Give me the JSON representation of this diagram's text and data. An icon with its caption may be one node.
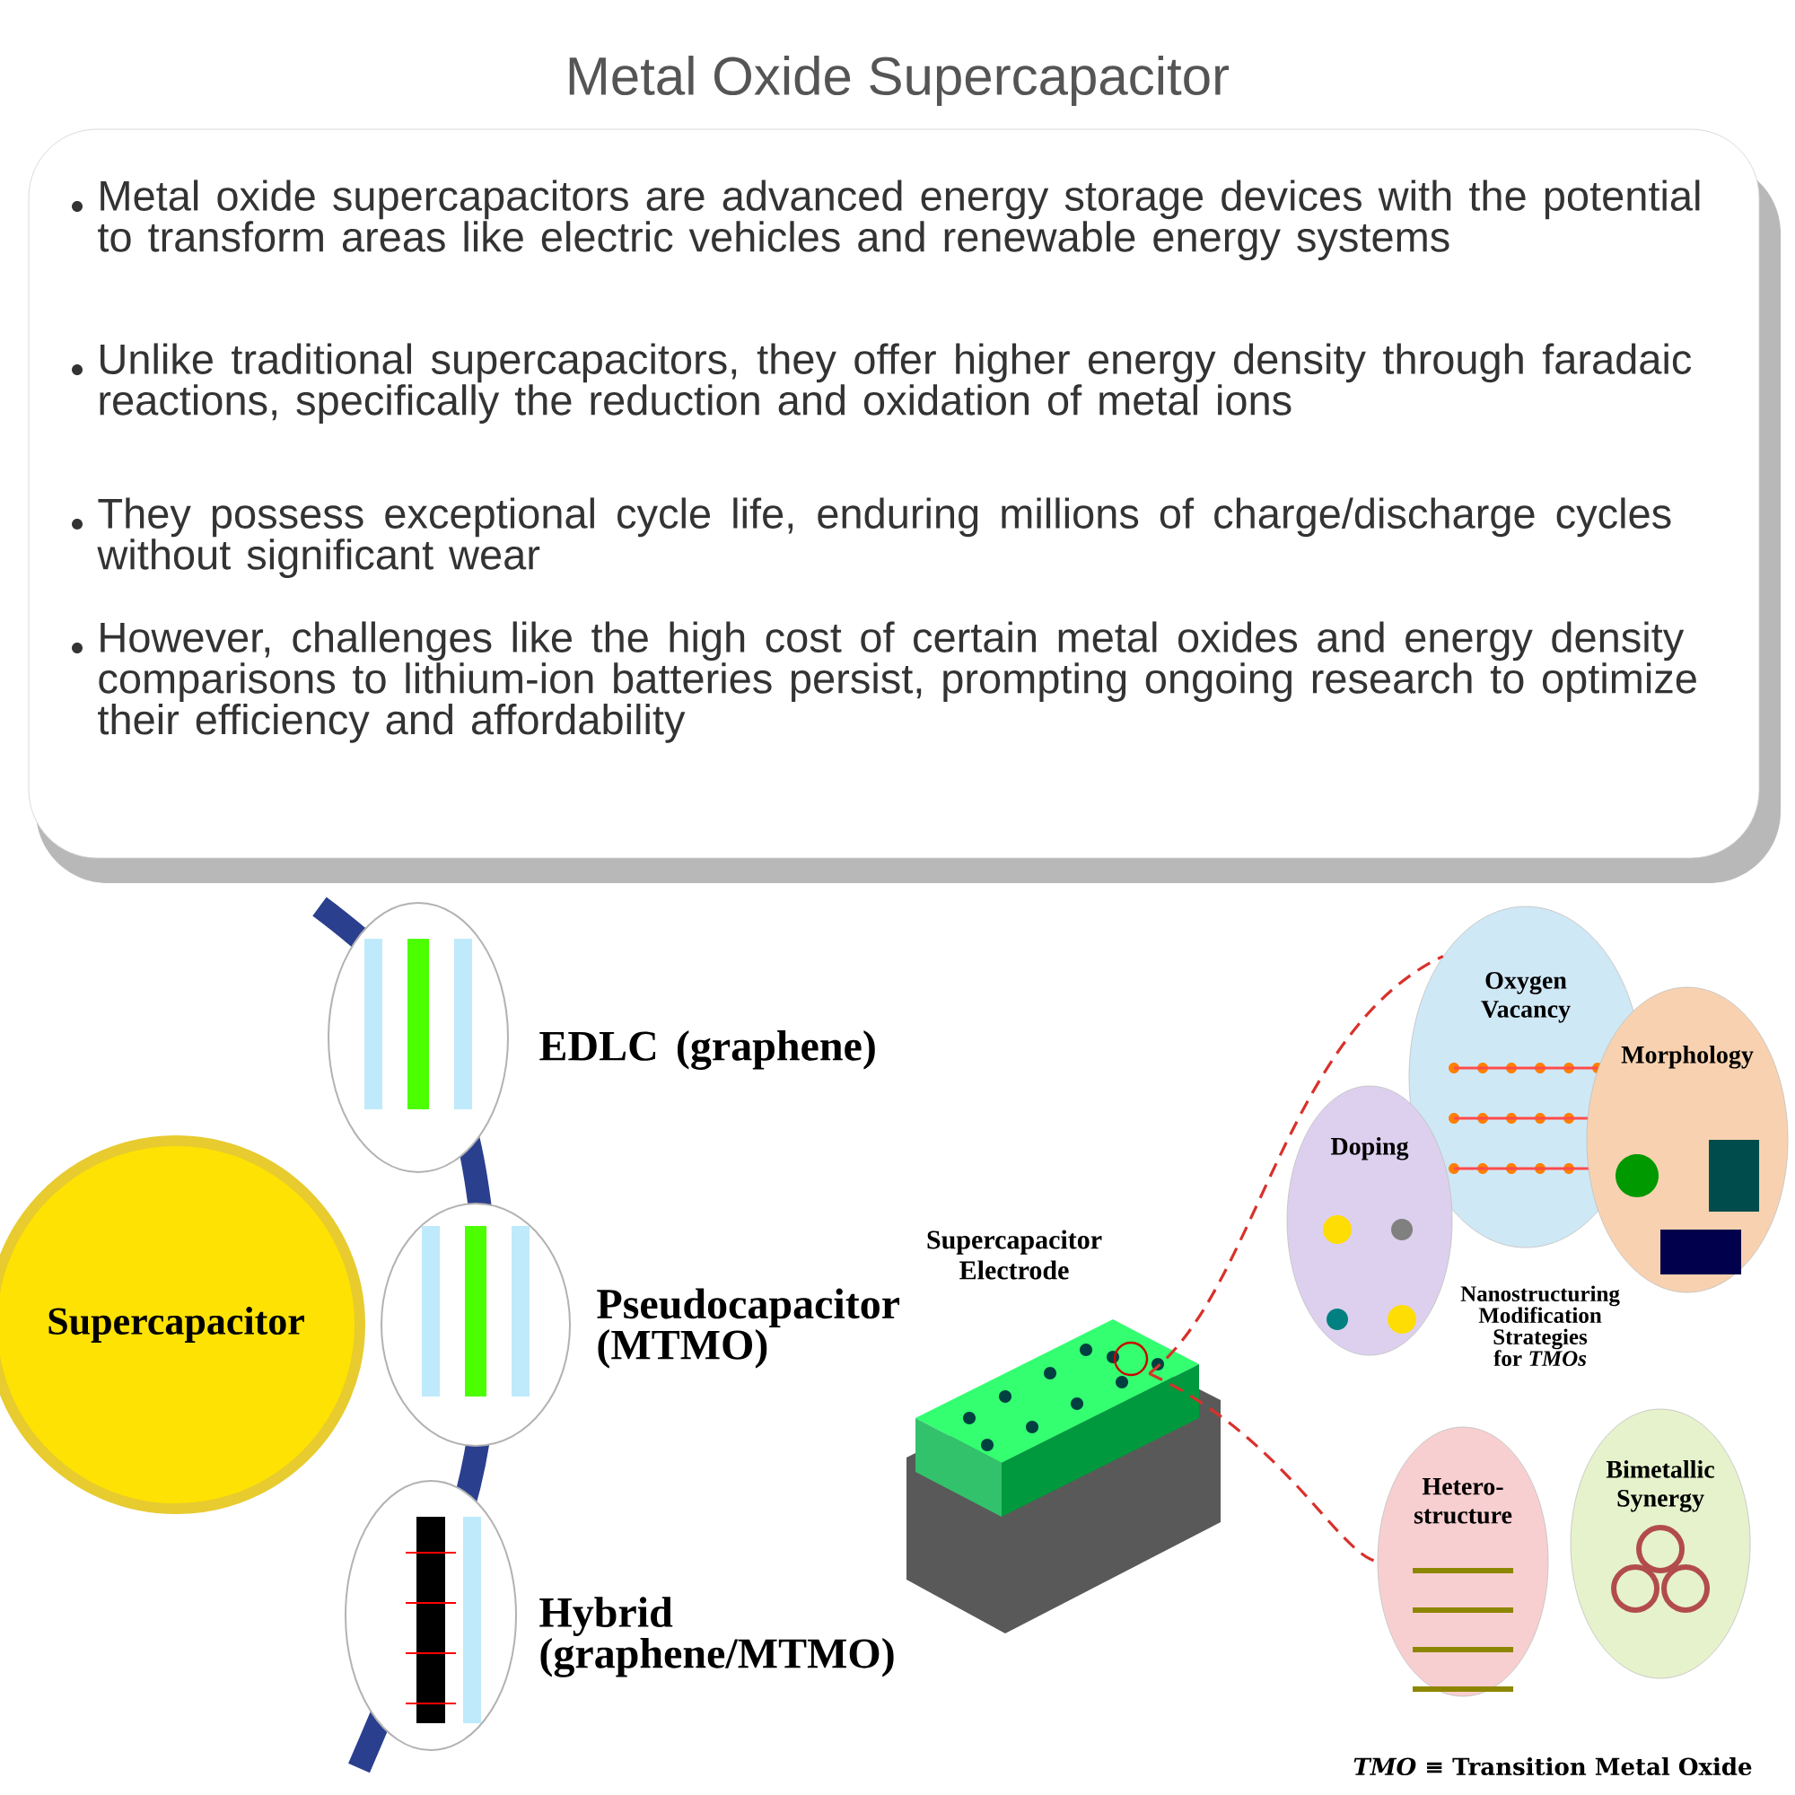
{
  "diagram": {
    "title": "Metal Oxide Supercapacitor",
    "nodes": [
      {
        "text": [
          "Supercapacitor"
        ]
      },
      {
        "text": [],
        "shape": "circle",
        "beside": [
          "EDLC (graphene)"
        ]
      },
      {
        "text": [],
        "shape": "circle",
        "beside": [
          "Pseudocapacitor (MTMO)"
        ]
      },
      {
        "text": [],
        "shape": "circle",
        "beside": [
          "Hybrid (graphene/MTMO)"
        ]
      },
      {
        "text": [
          "Supercapacitor Electrode"
        ]
      },
      {
        "text": [
          "Oxygen Vacancy"
        ]
      },
      {
        "text": [
          "Doping"
        ]
      },
      {
        "text": [
          "Morphology"
        ]
      },
      {
        "text": [
          "Hetero-structure"
        ]
      },
      {
        "text": [
          "Bimetallic Synergy"
        ]
      }
    ],
    "edges": [
      {
        "from": 4,
        "to": 5,
        "arrow": "none",
        "style": "dashed",
        "color": "#d8312c"
      },
      {
        "from": 4,
        "to": 8,
        "arrow": "none",
        "style": "dashed",
        "color": "#d8312c"
      }
    ],
    "labels": [
      "Metal oxide supercapacitors are advanced energy storage devices with the potential to transform areas like electric vehicles and renewable energy systems",
      "Unlike traditional supercapacitors, they offer higher energy density through faradaic reactions, specifically the reduction and oxidation of metal ions",
      "They possess exceptional cycle life, enduring millions of charge/discharge cycles without significant wear",
      "However, challenges like the high cost of certain metal oxides and energy density comparisons to lithium-ion batteries persist, prompting ongoing research to optimize their efficiency and affordability",
      "Nanostructuring Modification Strategies for *TMOs*",
      "*TMO* ≡ Transition Metal Oxide"
    ]
  }
}
